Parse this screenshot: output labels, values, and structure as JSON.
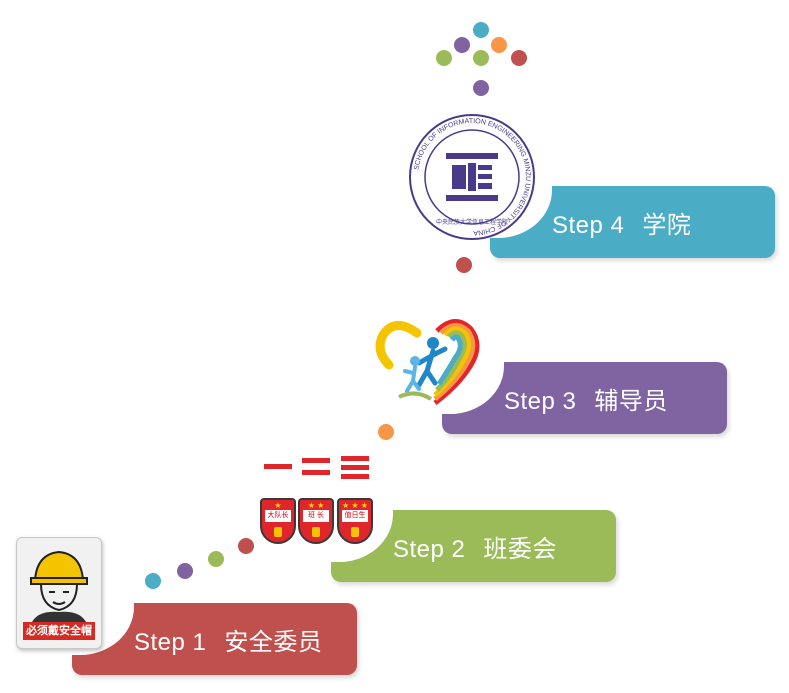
{
  "steps": [
    {
      "number": "Step 1",
      "title": "安全委员",
      "color": "#c0504d"
    },
    {
      "number": "Step 2",
      "title": "班委会",
      "color": "#9bbb59"
    },
    {
      "number": "Step 3",
      "title": "辅导员",
      "color": "#8064a2"
    },
    {
      "number": "Step 4",
      "title": "学院",
      "color": "#4bacc6"
    }
  ],
  "icons": {
    "step1": "helmet-sign-icon",
    "step2": "class-cadre-badges-icon",
    "step3": "rainbow-heart-icon",
    "step4": "school-logo-icon"
  },
  "helmet_sign": {
    "caption": "必须戴安全帽"
  },
  "cadre_badges": [
    {
      "plate": "大队长",
      "stripes": 1
    },
    {
      "plate": "班 长",
      "stripes": 2
    },
    {
      "plate": "值日生",
      "stripes": 3
    }
  ],
  "school_logo": {
    "ring_text": "SCHOOL OF INFORMATION ENGINEERING MINZU UNIVERSITY OF CHINA",
    "bottom_text": "中央民族大学信息工程学院"
  },
  "dot_colors": [
    "#4bacc6",
    "#8064a2",
    "#9bbb59",
    "#c0504d",
    "#f79646"
  ]
}
